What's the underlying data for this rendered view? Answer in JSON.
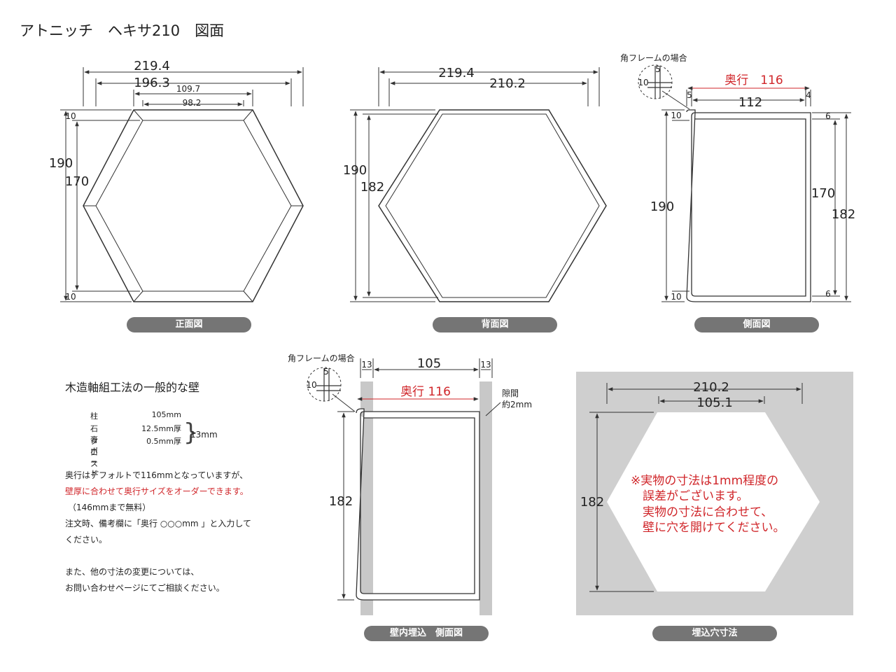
{
  "title": "アトニッチ　ヘキサ210　図面",
  "labels": {
    "front": "正面図",
    "back": "背面図",
    "side": "側面図",
    "wall_side": "壁内埋込　側面図",
    "hole": "埋込穴寸法"
  },
  "front": {
    "w_outer": "219.4",
    "w_inner": "196.3",
    "top_outer": "109.7",
    "top_inner": "98.2",
    "h_outer": "190",
    "h_inner": "170",
    "t_top": "10",
    "t_bottom": "10"
  },
  "back": {
    "w_outer": "219.4",
    "w_inner": "210.2",
    "h_outer": "190",
    "h_inner": "182"
  },
  "side": {
    "corner_label": "角フレームの場合",
    "corner_v": "5",
    "corner_h": "10",
    "depth_label": "奥行　116",
    "d_front": "5",
    "d_mid": "112",
    "d_back": "4",
    "h_left": "190",
    "t_top": "10",
    "t_bottom": "10",
    "h_right_inner": "170",
    "h_right_outer": "182",
    "r_top": "6",
    "r_bottom": "6"
  },
  "wall": {
    "title": "木造軸組工法の一般的な壁",
    "specs": [
      {
        "key": "柱",
        "value": "105mm"
      },
      {
        "key": "石膏ボード",
        "value": "12.5mm厚"
      },
      {
        "key": "クロス",
        "value": "0.5mm厚"
      }
    ],
    "sum": "13mm",
    "notes": [
      "奥行はデフォルトで116mmとなっていますが、",
      "壁厚に合わせて奥行サイズをオーダーできます。",
      "（146mmまで無料）",
      "注文時、備考欄に「奥行 ○○○mm 」と入力して",
      "ください。",
      "また、他の寸法の変更については、",
      "お問い合わせページにてご相談ください。"
    ]
  },
  "wall_side": {
    "corner_label": "角フレームの場合",
    "corner_v": "5",
    "corner_h": "10",
    "left_wall": "13",
    "stud": "105",
    "right_wall": "13",
    "depth_label": "奥行 116",
    "gap_label_1": "隙間",
    "gap_label_2": "約2mm",
    "height": "182"
  },
  "hole": {
    "w_outer": "210.2",
    "w_top": "105.1",
    "height": "182",
    "warning": [
      "※実物の寸法は1mm程度の",
      "誤差がございます。",
      "実物の寸法に合わせて、",
      "壁に穴を開けてください。"
    ]
  },
  "colors": {
    "accent_red": "#d0262a",
    "pill_bg": "#757575",
    "hole_bg": "#cfcfcf",
    "wall_bg": "#c8c8c8"
  }
}
